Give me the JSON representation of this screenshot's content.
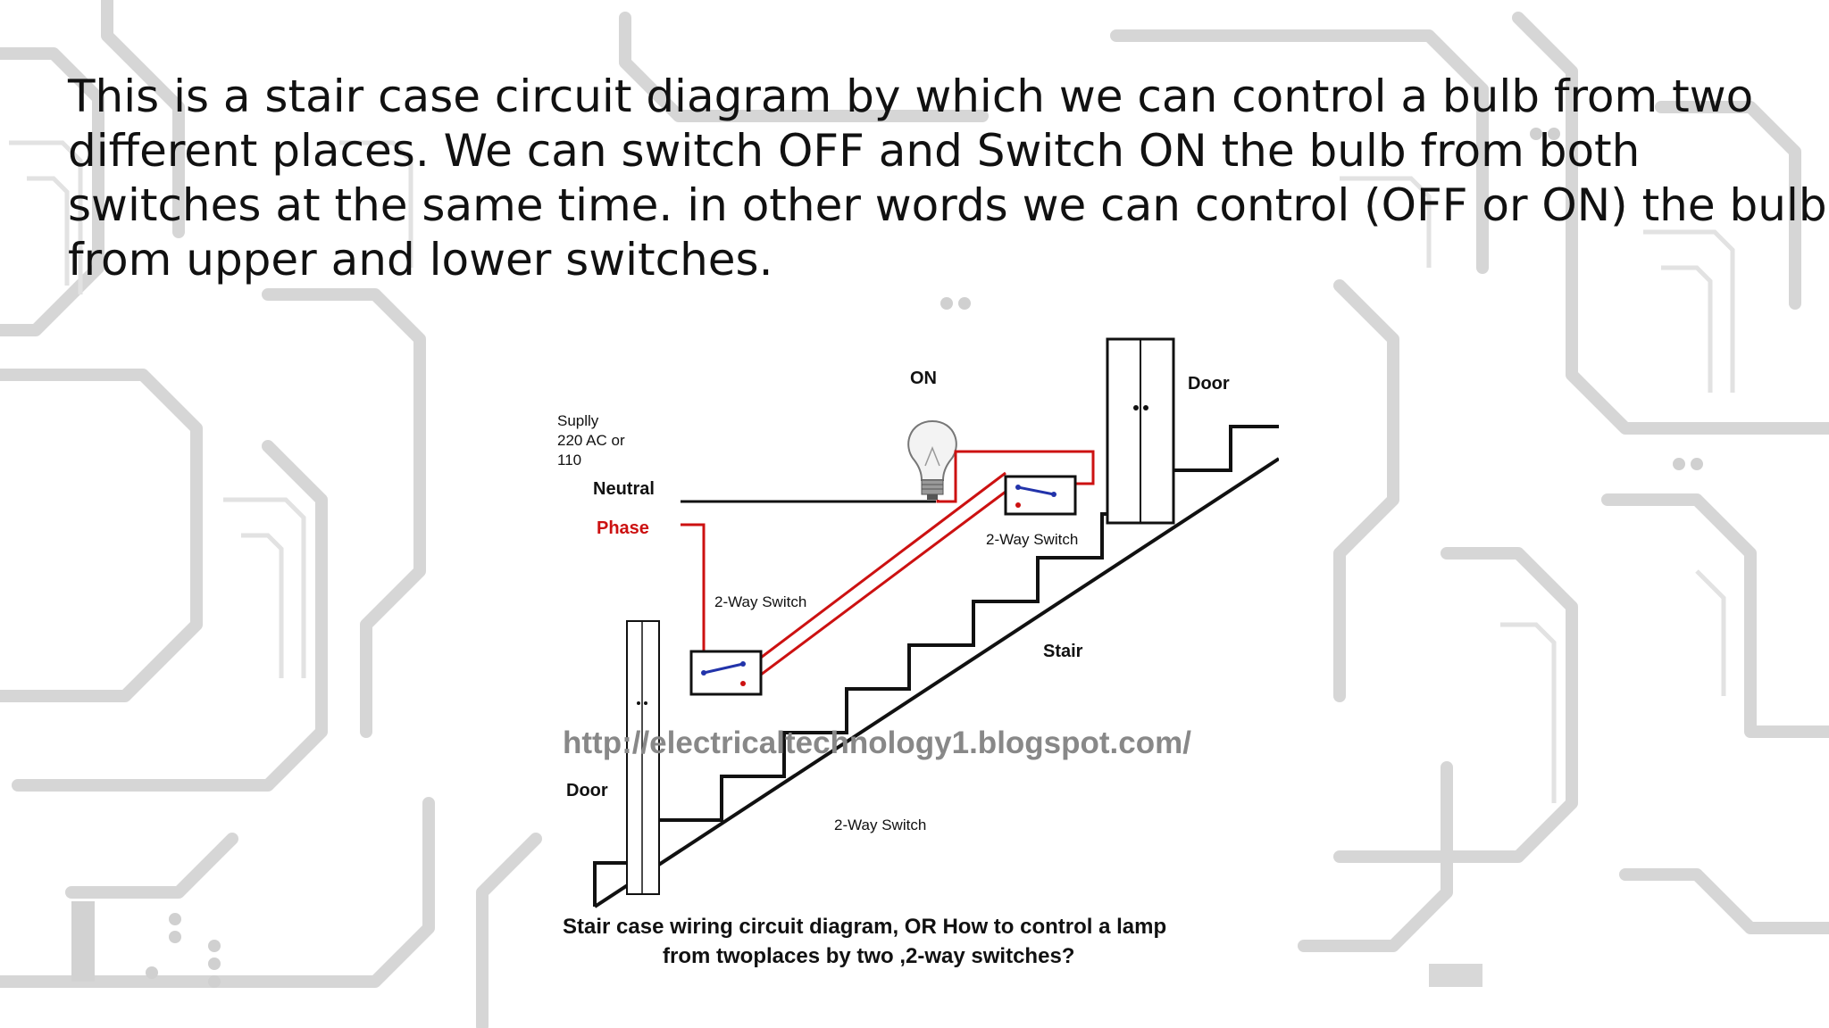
{
  "paragraph": {
    "lines": [
      "This is a stair case circuit diagram by which we can control a bulb from two",
      "different places. We can switch OFF and Switch ON the bulb from both",
      "switches at the same time. in other words we can control (OFF or ON) the bulb",
      "from upper and lower switches."
    ]
  },
  "diagram": {
    "supply_line1": "Suplly",
    "supply_line2": "220 AC  or",
    "supply_line3": "110",
    "neutral": "Neutral",
    "phase": "Phase",
    "on": "ON",
    "door_top": "Door",
    "door_bottom": "Door",
    "switch_upper": "2-Way Switch",
    "switch_lower": "2-Way Switch",
    "switch_bottom": "2-Way Switch",
    "stair": "Stair",
    "watermark": "http://electricaltechnology1.blogspot.com/",
    "caption_line1": "Stair case wiring circuit diagram, OR How to control a lamp",
    "caption_line2": "from twoplaces by two ,2-way switches?"
  },
  "colors": {
    "phase_wire": "#cc1111",
    "neutral_wire": "#111111",
    "switch_contact": "#2233aa",
    "circuit_background": "#d4d4d4"
  }
}
